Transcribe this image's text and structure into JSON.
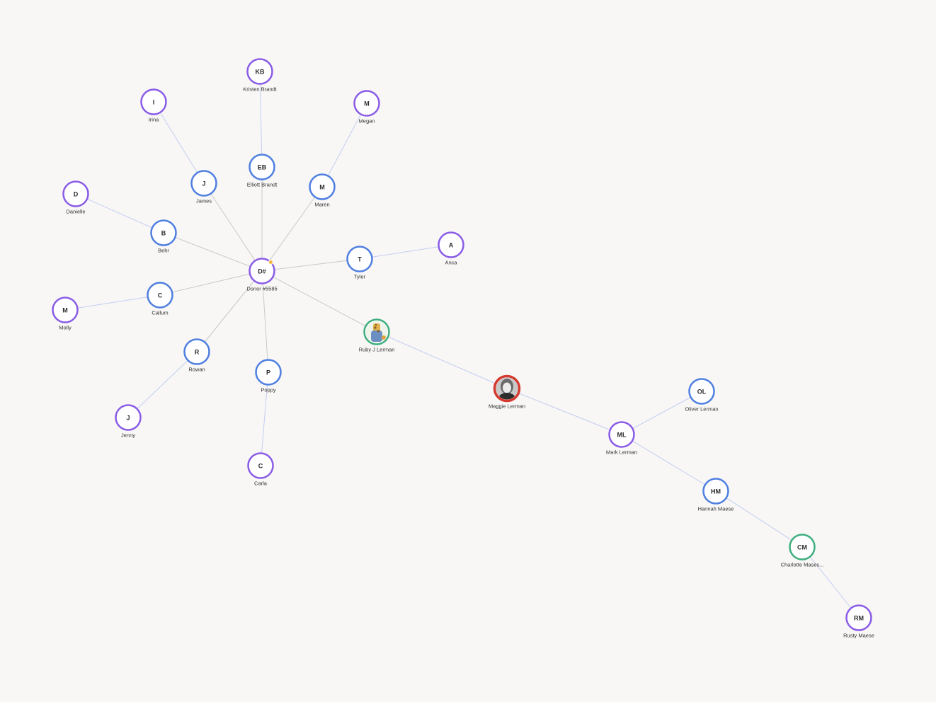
{
  "colors": {
    "background": "#f8f7f6",
    "purple": "#8a5ce6",
    "blue": "#4f7fe0",
    "green": "#3fae7e",
    "red": "#d43a2f",
    "edge_gray": "#c9c9c9",
    "edge_blue": "#c3cdf1",
    "badge": "#f1b43a"
  },
  "nodes": [
    {
      "id": "donor",
      "initials": "D#",
      "label": "Donor #5585",
      "color": "purple",
      "badge": true
    },
    {
      "id": "kristen",
      "initials": "KB",
      "label": "Kristen Brandt",
      "color": "purple"
    },
    {
      "id": "irina",
      "initials": "I",
      "label": "Irina",
      "color": "purple"
    },
    {
      "id": "megan",
      "initials": "M",
      "label": "Megan",
      "color": "purple"
    },
    {
      "id": "elliott",
      "initials": "EB",
      "label": "Elliott Brandt",
      "color": "blue"
    },
    {
      "id": "james",
      "initials": "J",
      "label": "James",
      "color": "blue"
    },
    {
      "id": "maren",
      "initials": "M",
      "label": "Maren",
      "color": "blue"
    },
    {
      "id": "danielle",
      "initials": "D",
      "label": "Danielle",
      "color": "purple"
    },
    {
      "id": "behr",
      "initials": "B",
      "label": "Behr",
      "color": "blue"
    },
    {
      "id": "anca",
      "initials": "A",
      "label": "Anca",
      "color": "purple"
    },
    {
      "id": "tyler",
      "initials": "T",
      "label": "Tyler",
      "color": "blue"
    },
    {
      "id": "callum",
      "initials": "C",
      "label": "Callum",
      "color": "blue"
    },
    {
      "id": "molly",
      "initials": "M",
      "label": "Molly",
      "color": "purple"
    },
    {
      "id": "ruby",
      "initials": "",
      "label": "Ruby J Lerman",
      "color": "green",
      "photo": "giraffe"
    },
    {
      "id": "rowan",
      "initials": "R",
      "label": "Rowan",
      "color": "blue"
    },
    {
      "id": "poppy",
      "initials": "P",
      "label": "Poppy",
      "color": "blue"
    },
    {
      "id": "maggie",
      "initials": "",
      "label": "Maggie Lerman",
      "color": "red",
      "photo": "person"
    },
    {
      "id": "jenny",
      "initials": "J",
      "label": "Jenny",
      "color": "purple"
    },
    {
      "id": "carla",
      "initials": "C",
      "label": "Carla",
      "color": "purple"
    },
    {
      "id": "oliver",
      "initials": "OL",
      "label": "Oliver Lerman",
      "color": "blue"
    },
    {
      "id": "mark",
      "initials": "ML",
      "label": "Mark Lerman",
      "color": "purple"
    },
    {
      "id": "hannah",
      "initials": "HM",
      "label": "Hannah Maese",
      "color": "blue"
    },
    {
      "id": "charlotte",
      "initials": "CM",
      "label": "Charlotte Mases...",
      "color": "green"
    },
    {
      "id": "rusty",
      "initials": "RM",
      "label": "Rusty Maese",
      "color": "purple"
    }
  ],
  "edges": [
    {
      "from": "donor",
      "to": "elliott",
      "style": "gray"
    },
    {
      "from": "donor",
      "to": "james",
      "style": "gray"
    },
    {
      "from": "donor",
      "to": "maren",
      "style": "gray"
    },
    {
      "from": "donor",
      "to": "behr",
      "style": "gray"
    },
    {
      "from": "donor",
      "to": "tyler",
      "style": "gray"
    },
    {
      "from": "donor",
      "to": "callum",
      "style": "gray"
    },
    {
      "from": "donor",
      "to": "rowan",
      "style": "gray"
    },
    {
      "from": "donor",
      "to": "poppy",
      "style": "gray"
    },
    {
      "from": "donor",
      "to": "ruby",
      "style": "gray"
    },
    {
      "from": "elliott",
      "to": "kristen",
      "style": "blue"
    },
    {
      "from": "james",
      "to": "irina",
      "style": "blue"
    },
    {
      "from": "maren",
      "to": "megan",
      "style": "blue"
    },
    {
      "from": "behr",
      "to": "danielle",
      "style": "blue"
    },
    {
      "from": "tyler",
      "to": "anca",
      "style": "blue"
    },
    {
      "from": "callum",
      "to": "molly",
      "style": "blue"
    },
    {
      "from": "rowan",
      "to": "jenny",
      "style": "blue"
    },
    {
      "from": "poppy",
      "to": "carla",
      "style": "blue"
    },
    {
      "from": "ruby",
      "to": "maggie",
      "style": "blue"
    },
    {
      "from": "maggie",
      "to": "mark",
      "style": "blue"
    },
    {
      "from": "mark",
      "to": "oliver",
      "style": "blue"
    },
    {
      "from": "mark",
      "to": "hannah",
      "style": "blue"
    },
    {
      "from": "hannah",
      "to": "charlotte",
      "style": "blue"
    },
    {
      "from": "charlotte",
      "to": "rusty",
      "style": "blue"
    }
  ]
}
